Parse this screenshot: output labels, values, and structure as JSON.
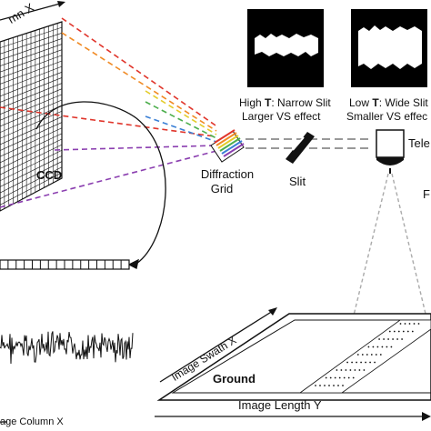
{
  "labels": {
    "column_x": "mn X",
    "ccd": "CCD",
    "diffraction_line1": "Diffraction",
    "diffraction_line2": "Grid",
    "slit": "Slit",
    "telescope": "Tele",
    "high_t_line1_prefix": "High ",
    "high_t_line1_bold": "T",
    "high_t_line1_suffix": ": Narrow Slit",
    "high_t_line2": "Larger VS effect",
    "low_t_line1_prefix": "Low ",
    "low_t_line1_bold": "T",
    "low_t_line1_suffix": ": Wide Slit",
    "low_t_line2": "Smaller VS effec",
    "right_edge": "F",
    "image_swath": "Image Swath X",
    "ground": "Ground",
    "image_length": "Image Length Y",
    "image_column": "age Column X"
  },
  "colors": {
    "ray_red": "#e0352b",
    "ray_orange": "#f08a24",
    "ray_yellow": "#e3cc2a",
    "ray_green": "#4cae4c",
    "ray_blue": "#3a7fd5",
    "ray_purple": "#8b3fb0",
    "ray_gray": "#999999"
  }
}
